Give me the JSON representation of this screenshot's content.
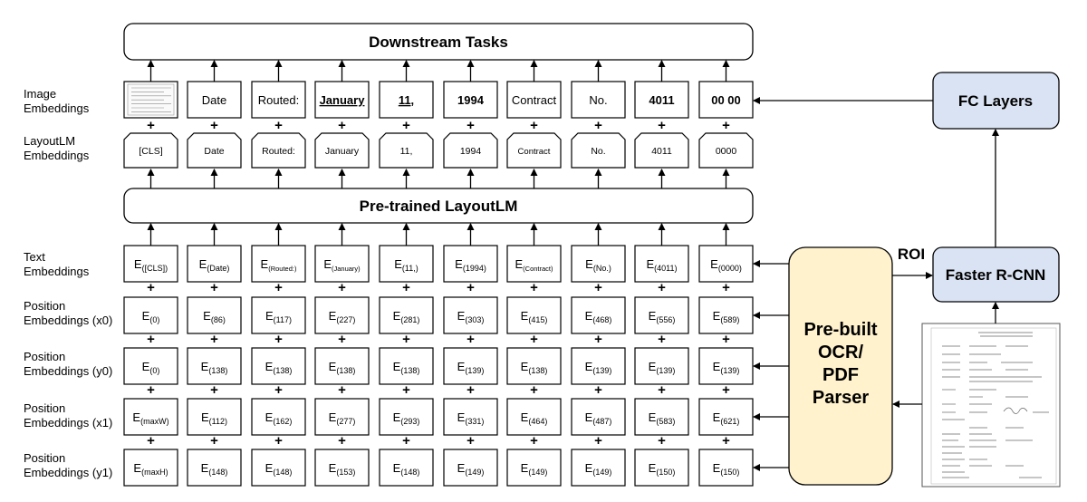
{
  "downstream_title": "Downstream Tasks",
  "pretrained_title": "Pre-trained LayoutLM",
  "fc_layers": "FC Layers",
  "faster_rcnn": "Faster R-CNN",
  "roi_label": "ROI",
  "parser_lines": [
    "Pre-built",
    "OCR/",
    "PDF",
    "Parser"
  ],
  "plus_sign": "+",
  "row_labels": {
    "image": [
      "Image",
      "Embeddings"
    ],
    "layoutlm": [
      "LayoutLM",
      "Embeddings"
    ],
    "text": [
      "Text",
      "Embeddings"
    ],
    "x0": [
      "Position",
      "Embeddings (x0)"
    ],
    "y0": [
      "Position",
      "Embeddings (y0)"
    ],
    "x1": [
      "Position",
      "Embeddings (x1)"
    ],
    "y1": [
      "Position",
      "Embeddings (y1)"
    ]
  },
  "image_tokens": [
    "",
    "Date",
    "Routed:",
    "January",
    "11,",
    "1994",
    "Contract",
    "No.",
    "4011",
    "00 00"
  ],
  "layoutlm_tokens": [
    "[CLS]",
    "Date",
    "Routed:",
    "January",
    "11,",
    "1994",
    "Contract",
    "No.",
    "4011",
    "0000"
  ],
  "text_subs": [
    "([CLS])",
    "(Date)",
    "(Routed:)",
    "(January)",
    "(11,)",
    "(1994)",
    "(Contract)",
    "(No.)",
    "(4011)",
    "(0000)"
  ],
  "x0_subs": [
    "(0)",
    "(86)",
    "(117)",
    "(227)",
    "(281)",
    "(303)",
    "(415)",
    "(468)",
    "(556)",
    "(589)"
  ],
  "y0_subs": [
    "(0)",
    "(138)",
    "(138)",
    "(138)",
    "(138)",
    "(139)",
    "(138)",
    "(139)",
    "(139)",
    "(139)"
  ],
  "x1_subs": [
    "(maxW)",
    "(112)",
    "(162)",
    "(277)",
    "(293)",
    "(331)",
    "(464)",
    "(487)",
    "(583)",
    "(621)"
  ],
  "y1_subs": [
    "(maxH)",
    "(148)",
    "(148)",
    "(153)",
    "(148)",
    "(149)",
    "(149)",
    "(149)",
    "(150)",
    "(150)"
  ],
  "emb_letter": "E",
  "colors": {
    "fc_fill": "#dae3f3",
    "rcnn_fill": "#dae3f3",
    "parser_fill": "#fff2cc",
    "stroke": "#000000"
  }
}
